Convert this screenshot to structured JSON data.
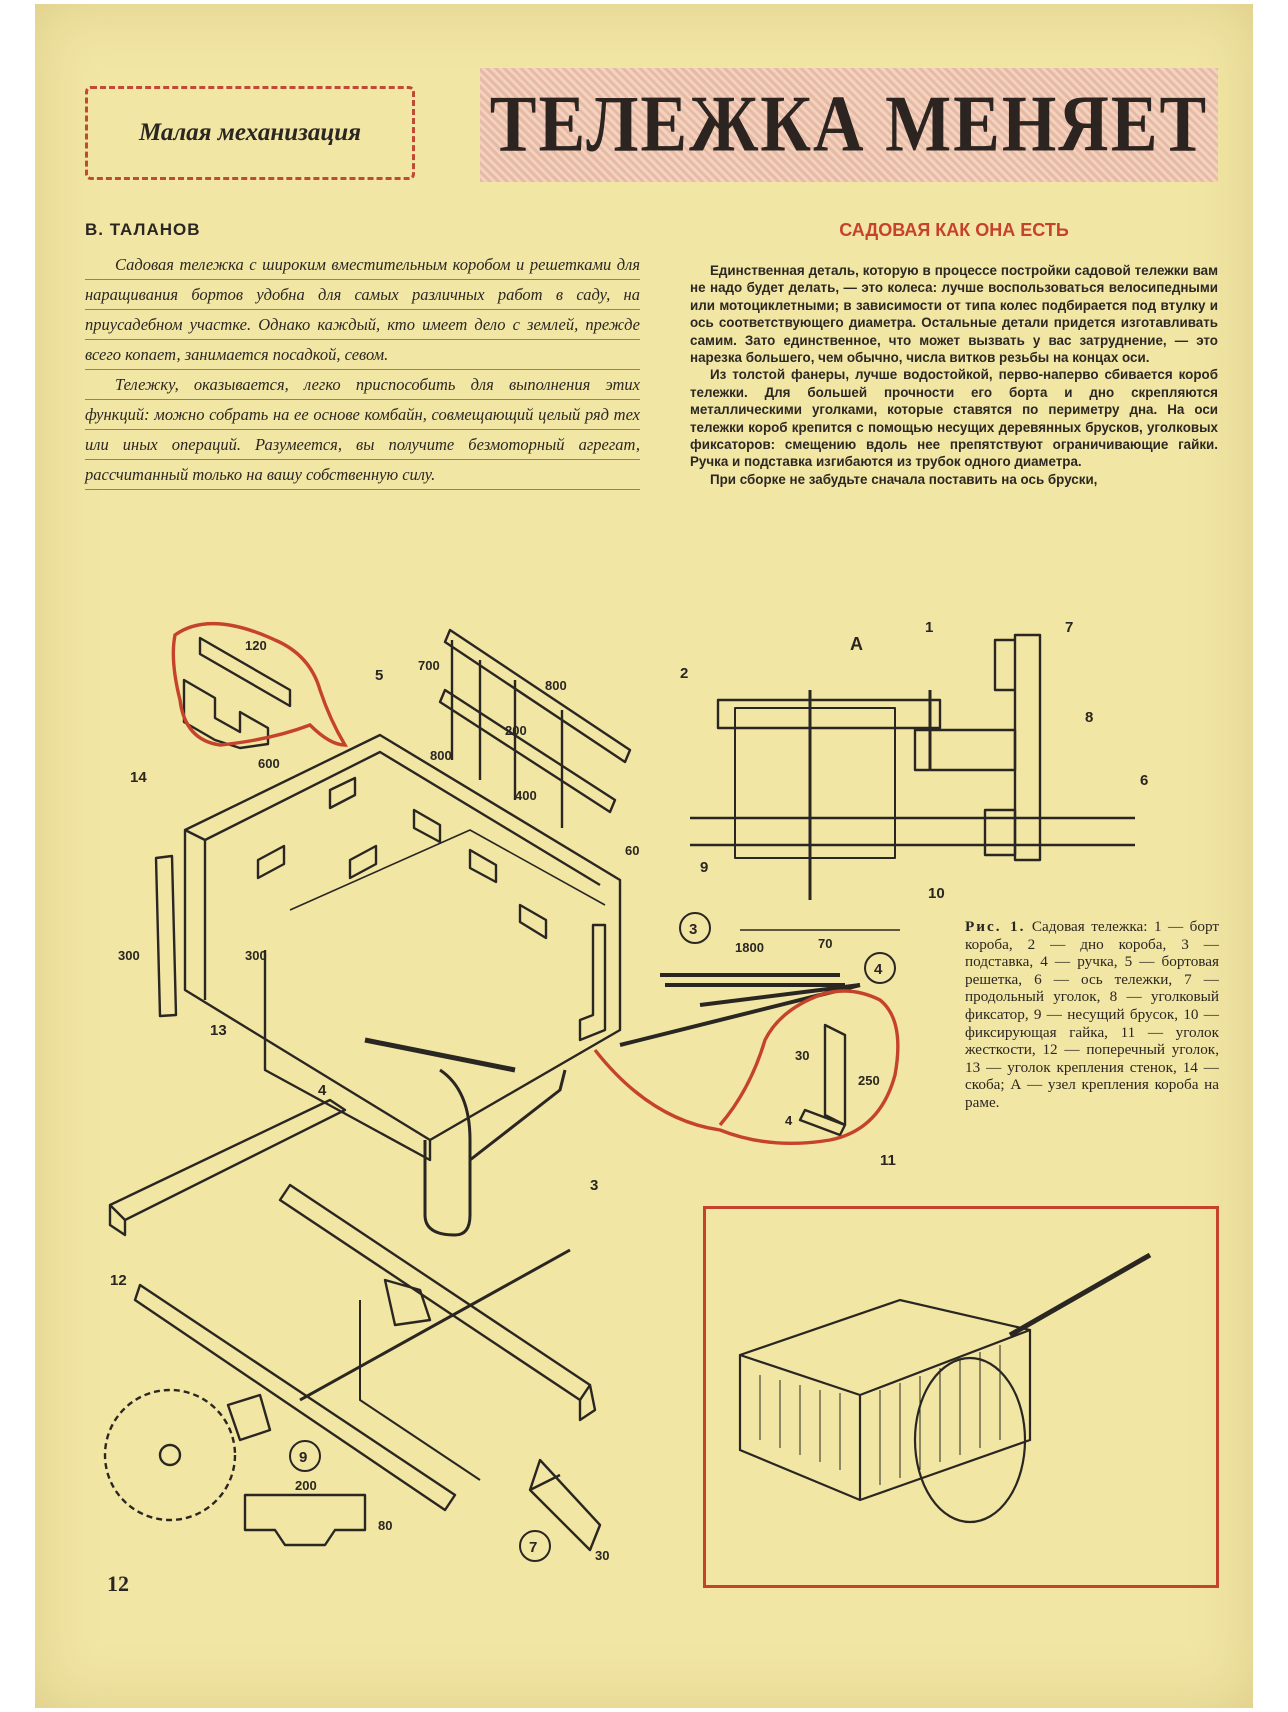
{
  "header": {
    "rubric": "Малая механизация",
    "headline": "ТЕЛЕЖКА МЕНЯЕТ"
  },
  "author": "В. ТАЛАНОВ",
  "intro": [
    "Садовая тележка с широким вместительным коробом и решетками для наращивания бортов удобна для самых различных работ в саду, на приусадебном участке. Однако каждый, кто имеет дело с землей, прежде всего копает, занимается посадкой, севом.",
    "Тележку, оказывается, легко приспособить для выполнения этих функций: можно собрать на ее основе комбайн, совмещающий целый ряд тех или иных операций. Разумеется, вы получите безмоторный агрегат, рассчитанный только на вашу собственную силу."
  ],
  "section_title": "САДОВАЯ КАК ОНА ЕСТЬ",
  "body": [
    "Единственная деталь, которую в процессе постройки садовой тележки вам не надо будет делать, — это колеса: лучше воспользоваться велосипедными или мотоциклетными; в зависимости от типа колес подбирается под втулку и ось соответствующего диаметра. Остальные детали придется изготавливать самим. Зато единственное, что может вызвать у вас затруднение, — это нарезка большего, чем обычно, числа витков резьбы на концах оси.",
    "Из толстой фанеры, лучше водостойкой, перво-наперво сбивается короб тележки. Для большей прочности его борта и дно скрепляются металлическими уголками, которые ставятся по периметру дна. На оси тележки короб крепится с помощью несущих деревянных брусков, уголковых фиксаторов: смещению вдоль нее препятствуют ограничивающие гайки. Ручка и подставка изгибаются из трубок одного диаметра.",
    "При сборке не забудьте сначала поставить на ось бруски,"
  ],
  "caption": {
    "lead": "Рис. 1.",
    "text": "Садовая тележка: 1 — борт короба, 2 — дно короба, 3 — подставка, 4 — ручка, 5 — бортовая решетка, 6 — ось тележки, 7 — продольный уголок, 8 — уголковый фиксатор, 9 — несущий брусок, 10 — фиксирующая гайка, 11 — уголок жесткости, 12 — поперечный уголок, 13 — уголок крепления стенок, 14 — скоба; А — узел крепления короба на раме."
  },
  "drawing": {
    "node_label": "А",
    "part_numbers": [
      "1",
      "2",
      "3",
      "4",
      "5",
      "6",
      "7",
      "8",
      "9",
      "10",
      "11",
      "12",
      "13",
      "14"
    ],
    "circled_details": [
      "3",
      "4",
      "7",
      "9"
    ],
    "dimensions": [
      "120",
      "600",
      "700",
      "800",
      "800",
      "200",
      "400",
      "60",
      "300",
      "300",
      "70",
      "1800",
      "250",
      "30",
      "4",
      "200",
      "80",
      "30"
    ]
  },
  "colors": {
    "paper": "#f2e6a4",
    "accent_red": "#c5432b",
    "ink": "#2a2622"
  },
  "page_number": "12"
}
